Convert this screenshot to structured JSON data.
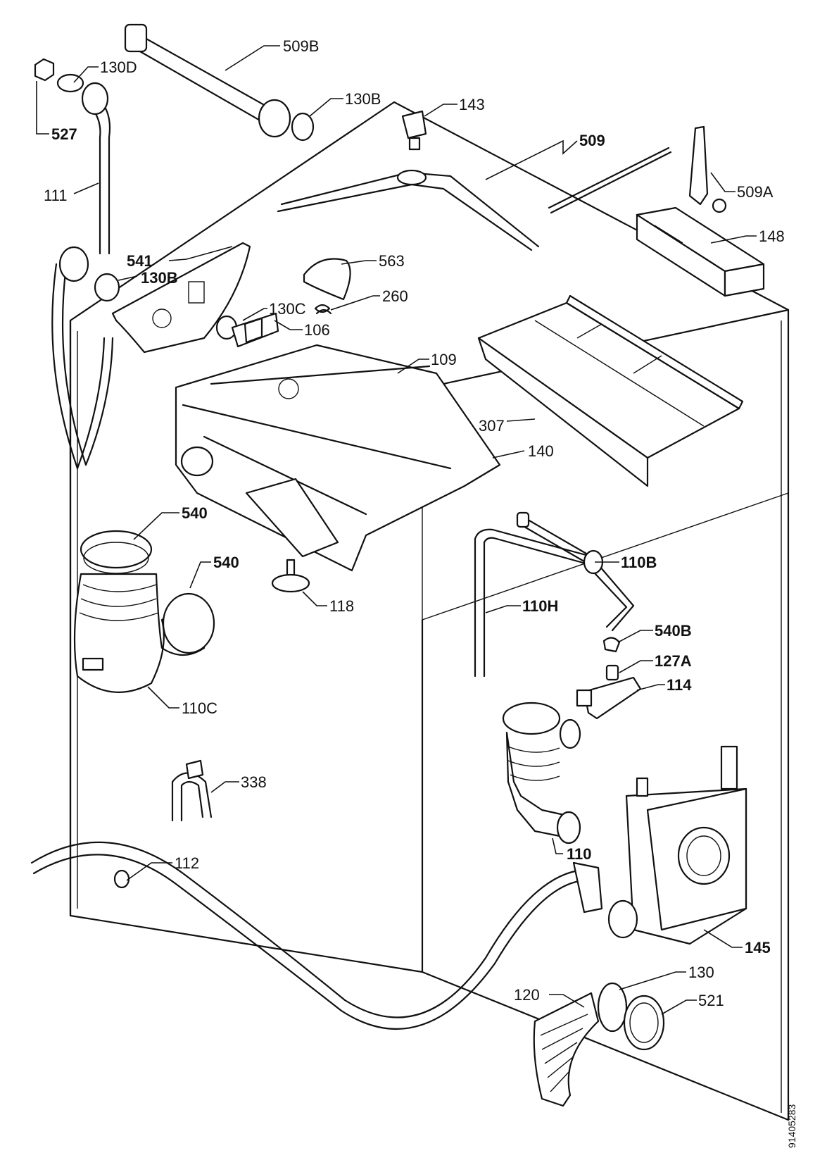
{
  "document_code": "91405283",
  "labels": {
    "l509b": "509B",
    "l130d": "130D",
    "l527": "527",
    "l130b_top": "130B",
    "l143": "143",
    "l509": "509",
    "l509a": "509A",
    "l111": "111",
    "l148": "148",
    "l541": "541",
    "l563": "563",
    "l130b_mid": "130B",
    "l260": "260",
    "l130c": "130C",
    "l106": "106",
    "l109": "109",
    "l307": "307",
    "l140": "140",
    "l540_a": "540",
    "l540_b": "540",
    "l110b": "110B",
    "l118": "118",
    "l110h": "110H",
    "l540b": "540B",
    "l127a": "127A",
    "l110c": "110C",
    "l114": "114",
    "l338": "338",
    "l110": "110",
    "l112": "112",
    "l145": "145",
    "l130": "130",
    "l120": "120",
    "l521": "521"
  }
}
